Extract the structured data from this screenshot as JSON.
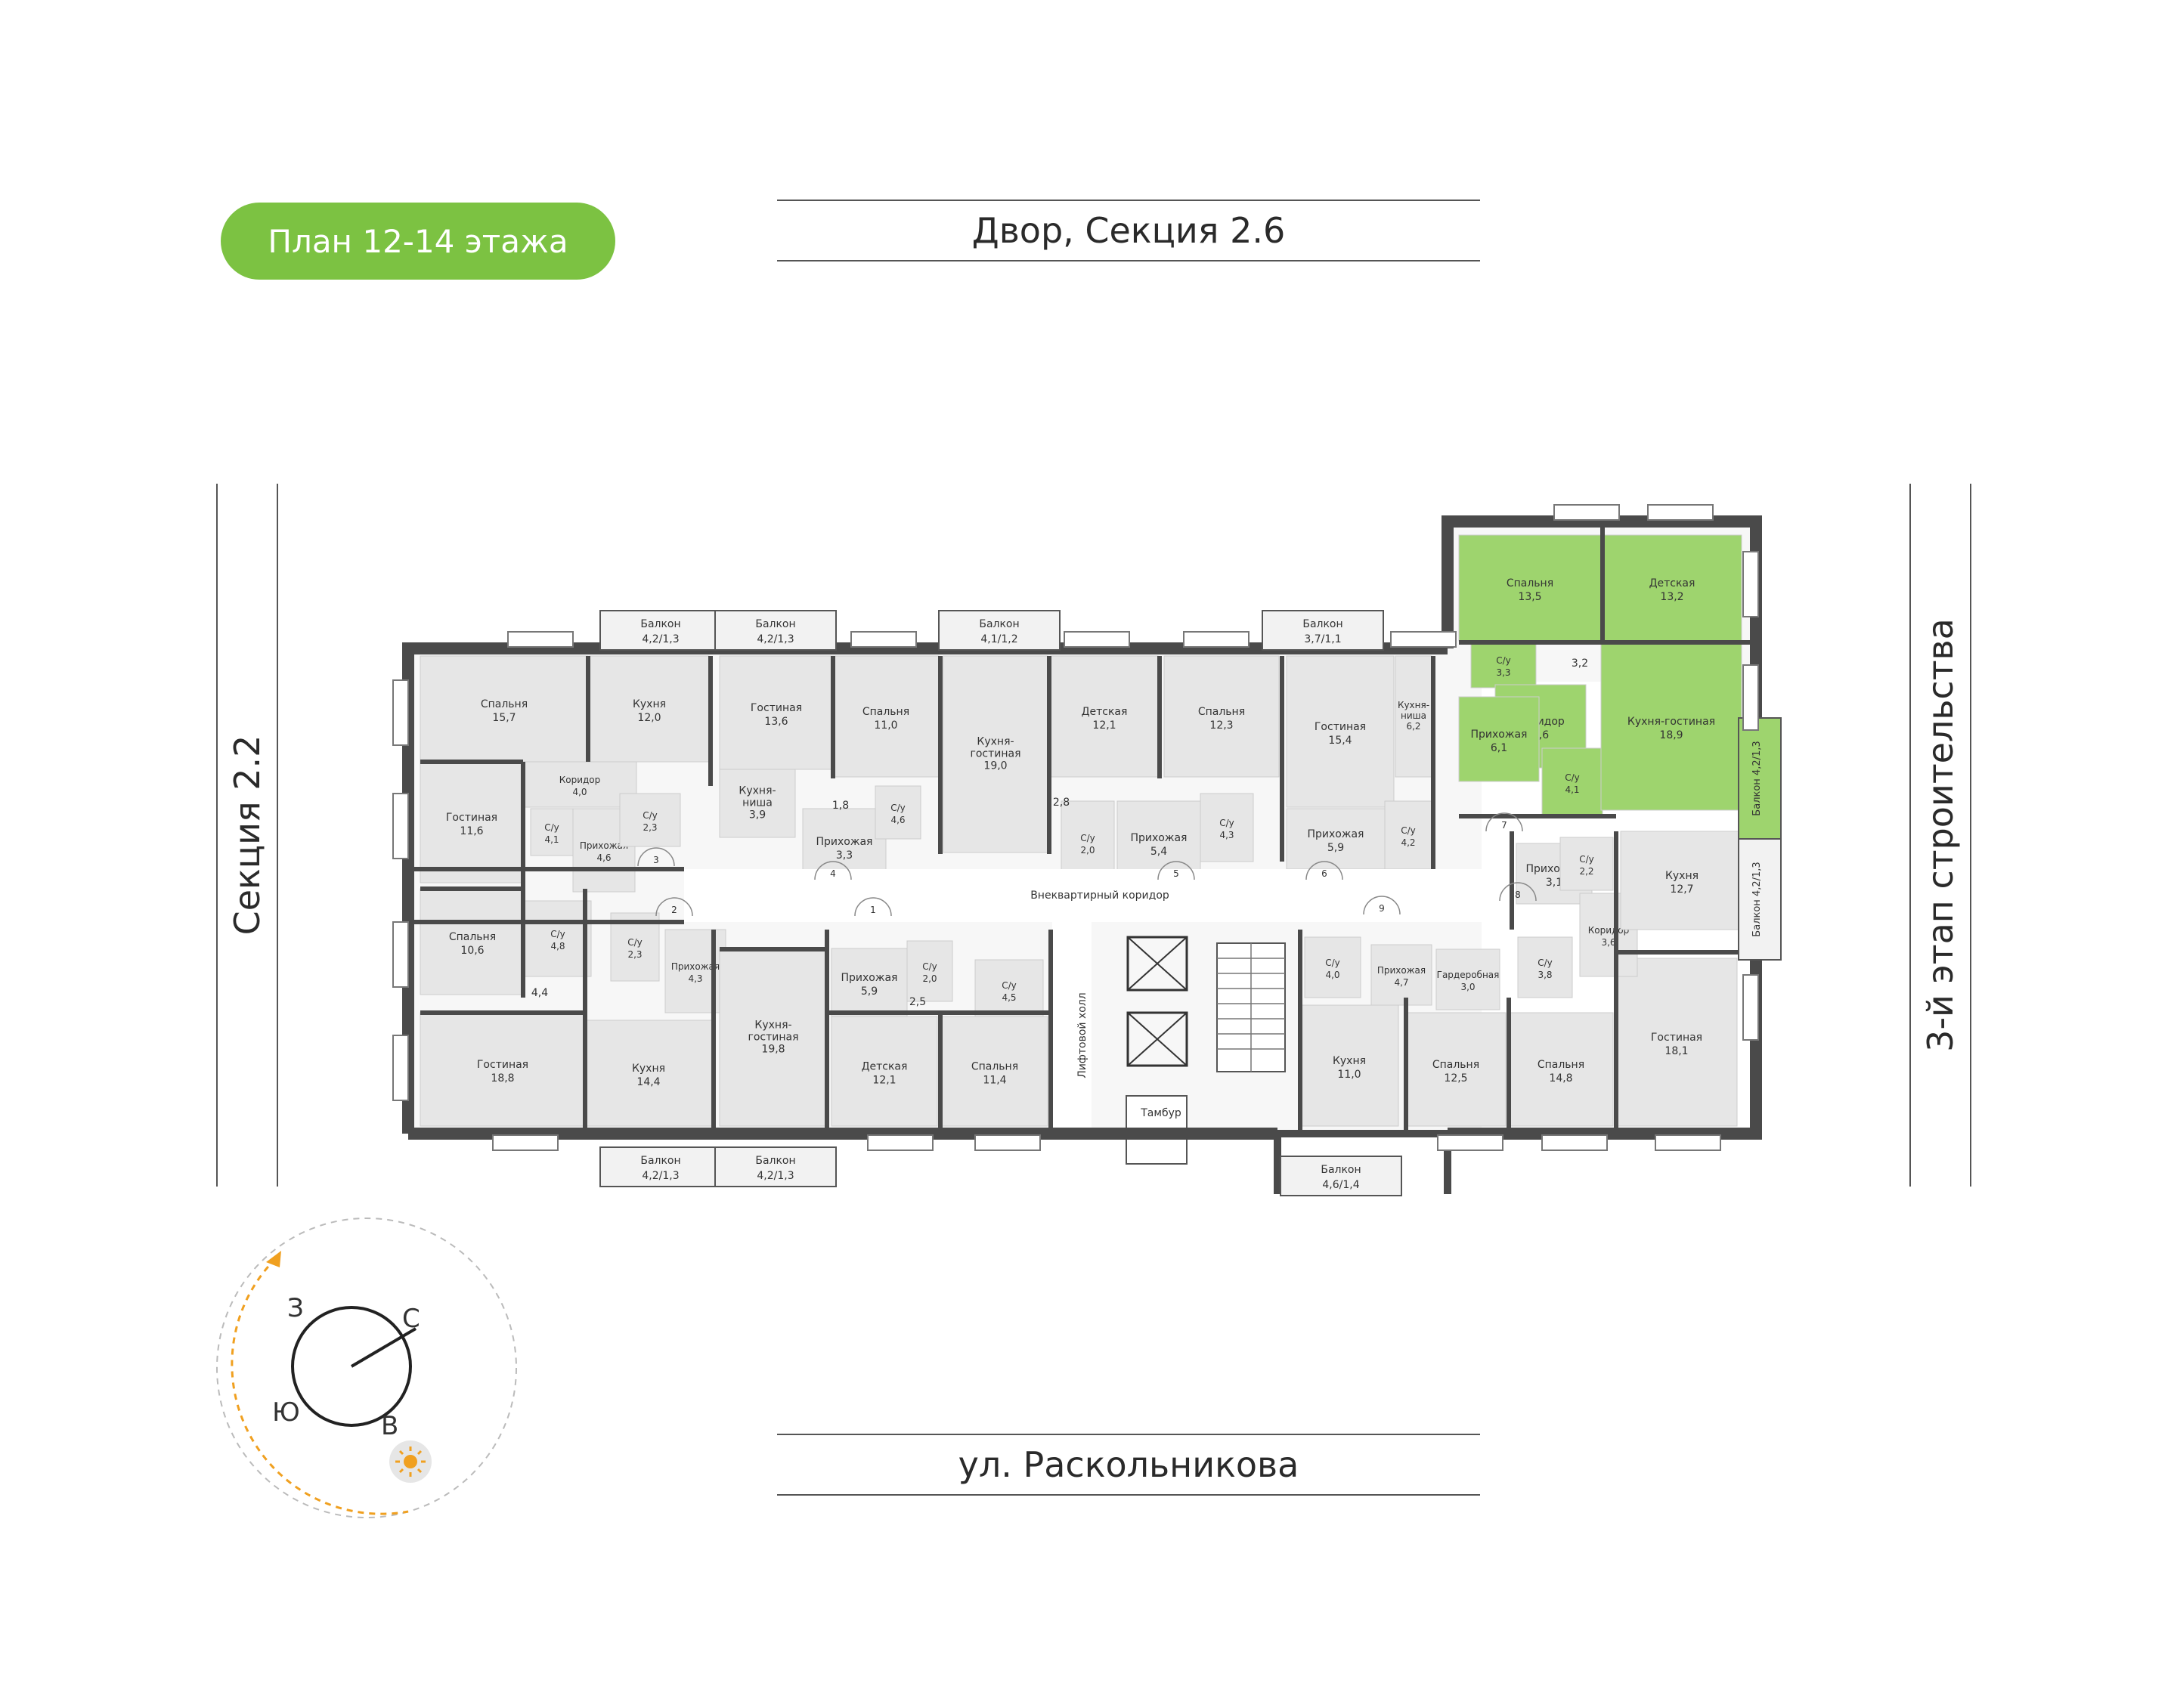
{
  "title": "План 12-14 этажа",
  "top_label": "Двор, Секция 2.6",
  "bottom_label": "ул. Раскольникова",
  "left_label": "Секция 2.2",
  "right_label": "3-й этап строительства",
  "colors": {
    "accent": "#7cc242",
    "highlight_fill": "#9ed46e",
    "room_fill": "#e6e6e6",
    "wall": "#4a4a4a",
    "sun": "#f0a020"
  },
  "corridor_label": "Внеквартирный коридор",
  "lift_hall_label": "Лифтовой холл",
  "tambur_label": "Тамбур",
  "compass": {
    "n": "С",
    "e": "В",
    "s": "Ю",
    "w": "З"
  },
  "rooms": [
    {
      "name": "Спальня",
      "area": "15,7"
    },
    {
      "name": "Кухня",
      "area": "12,0"
    },
    {
      "name": "Гостиная",
      "area": "13,6"
    },
    {
      "name": "Спальня",
      "area": "11,0"
    },
    {
      "name": "Кухня-гостиная",
      "area": "19,0"
    },
    {
      "name": "Детская",
      "area": "12,1"
    },
    {
      "name": "Спальня",
      "area": "12,3"
    },
    {
      "name": "Гостиная",
      "area": "15,4"
    },
    {
      "name": "Кухня-ниша",
      "area": "6,2"
    },
    {
      "name": "Гостиная",
      "area": "11,6"
    },
    {
      "name": "Коридор",
      "area": "4,0"
    },
    {
      "name": "С/у",
      "area": "4,1"
    },
    {
      "name": "Прихожая",
      "area": "4,6"
    },
    {
      "name": "С/у",
      "area": "2,3"
    },
    {
      "name": "Кухня-ниша",
      "area": "3,9"
    },
    {
      "name": "Прихожая",
      "area": "3,3"
    },
    {
      "name": "С/у",
      "area": "4,6"
    },
    {
      "name": "С/у",
      "area": "2,0"
    },
    {
      "name": "Прихожая",
      "area": "5,4"
    },
    {
      "name": "С/у",
      "area": "4,3"
    },
    {
      "name": "Прихожая",
      "area": "5,9"
    },
    {
      "name": "С/у",
      "area": "4,2"
    },
    {
      "name": "Спальня",
      "area": "10,6"
    },
    {
      "name": "С/у",
      "area": "4,8"
    },
    {
      "name": "С/у",
      "area": "2,3"
    },
    {
      "name": "Прихожая",
      "area": "4,3"
    },
    {
      "name": "Прихожая",
      "area": "5,9"
    },
    {
      "name": "С/у",
      "area": "2,0"
    },
    {
      "name": "С/у",
      "area": "4,5"
    },
    {
      "name": "Гостиная",
      "area": "18,8"
    },
    {
      "name": "Кухня",
      "area": "14,4"
    },
    {
      "name": "Кухня-гостиная",
      "area": "19,8"
    },
    {
      "name": "Детская",
      "area": "12,1"
    },
    {
      "name": "Спальня",
      "area": "11,4"
    },
    {
      "name": "С/у",
      "area": "4,0"
    },
    {
      "name": "Прихожая",
      "area": "4,7"
    },
    {
      "name": "Гардеробная",
      "area": "3,0"
    },
    {
      "name": "Кухня",
      "area": "11,0"
    },
    {
      "name": "Спальня",
      "area": "12,5"
    },
    {
      "name": "Спальня",
      "area": "14,8"
    },
    {
      "name": "Гостиная",
      "area": "18,1"
    },
    {
      "name": "Спальня",
      "area": "13,5"
    },
    {
      "name": "Детская",
      "area": "13,2"
    },
    {
      "name": "С/у",
      "area": "3,3"
    },
    {
      "name": "Коридор",
      "area": "3,6"
    },
    {
      "name": "Прихожая",
      "area": "6,1"
    },
    {
      "name": "С/у",
      "area": "4,1"
    },
    {
      "name": "Кухня-гостиная",
      "area": "18,9"
    },
    {
      "name": "Прихожая",
      "area": "3,1"
    },
    {
      "name": "С/у",
      "area": "2,2"
    },
    {
      "name": "Коридор",
      "area": "3,6"
    },
    {
      "name": "С/у",
      "area": "3,8"
    },
    {
      "name": "Кухня",
      "area": "12,7"
    }
  ],
  "small_areas": [
    "2,8",
    "1,8",
    "2,5",
    "4,4",
    "3,2"
  ],
  "balconies_top": [
    "4,2/1,3",
    "4,2/1,3",
    "4,1/1,2",
    "3,7/1,1"
  ],
  "balconies_bottom": [
    "4,2/1,3",
    "4,2/1,3",
    "4,6/1,4"
  ],
  "balconies_right": [
    "4,2/1,3",
    "4,2/1,3"
  ],
  "balcony_label": "Балкон",
  "door_numbers": [
    "1",
    "2",
    "3",
    "4",
    "5",
    "6",
    "7",
    "8",
    "9"
  ]
}
